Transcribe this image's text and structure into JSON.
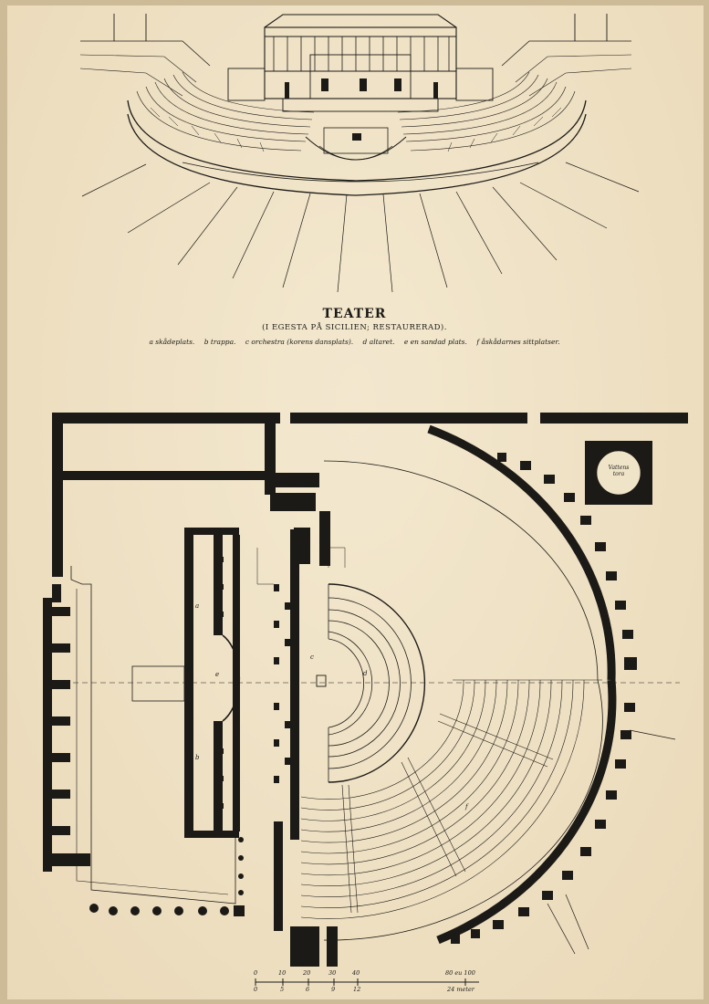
{
  "plate": {
    "title": "TEATER",
    "subtitle": "(I EGESTA PÅ SICILIEN; RESTAURERAD).",
    "legend": [
      "a skådeplats.",
      "b trappa.",
      "c orchestra (korens dansplats).",
      "d altaret.",
      "e en sandad plats.",
      "f åskådarnes sittplatser."
    ]
  },
  "plan": {
    "letters": {
      "a": "a",
      "b": "b",
      "c": "c",
      "d": "d",
      "e": "e",
      "f": "f"
    },
    "box_label_1": "Vattens",
    "box_label_2": "tora"
  },
  "scale": {
    "upper_ticks": [
      "0",
      "10",
      "20",
      "30",
      "40",
      "80 eu 100"
    ],
    "lower_ticks": [
      "0",
      "5",
      "6",
      "9",
      "12",
      "24 meter"
    ]
  },
  "colors": {
    "paper": "#efe3c8",
    "ink": "#1c1a16"
  }
}
